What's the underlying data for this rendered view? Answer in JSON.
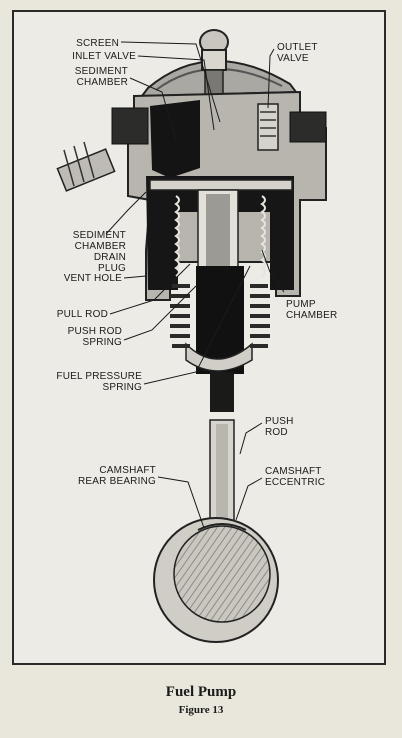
{
  "callouts": {
    "screen": "SCREEN",
    "inlet_valve": "INLET VALVE",
    "sediment_chamber": "SEDIMENT\nCHAMBER",
    "outlet_valve": "OUTLET\nVALVE",
    "sediment_chamber_drain_plug": "SEDIMENT\nCHAMBER\nDRAIN\nPLUG",
    "vent_hole": "VENT HOLE",
    "pump_chamber": "PUMP\nCHAMBER",
    "pull_rod": "PULL ROD",
    "push_rod_spring": "PUSH ROD\nSPRING",
    "fuel_pressure_spring": "FUEL PRESSURE\nSPRING",
    "push_rod": "PUSH\nROD",
    "camshaft_rear_bearing": "CAMSHAFT\nREAR BEARING",
    "camshaft_eccentric": "CAMSHAFT\nECCENTRIC"
  },
  "caption": {
    "title": "Fuel Pump",
    "figure_number": "Figure 13"
  }
}
